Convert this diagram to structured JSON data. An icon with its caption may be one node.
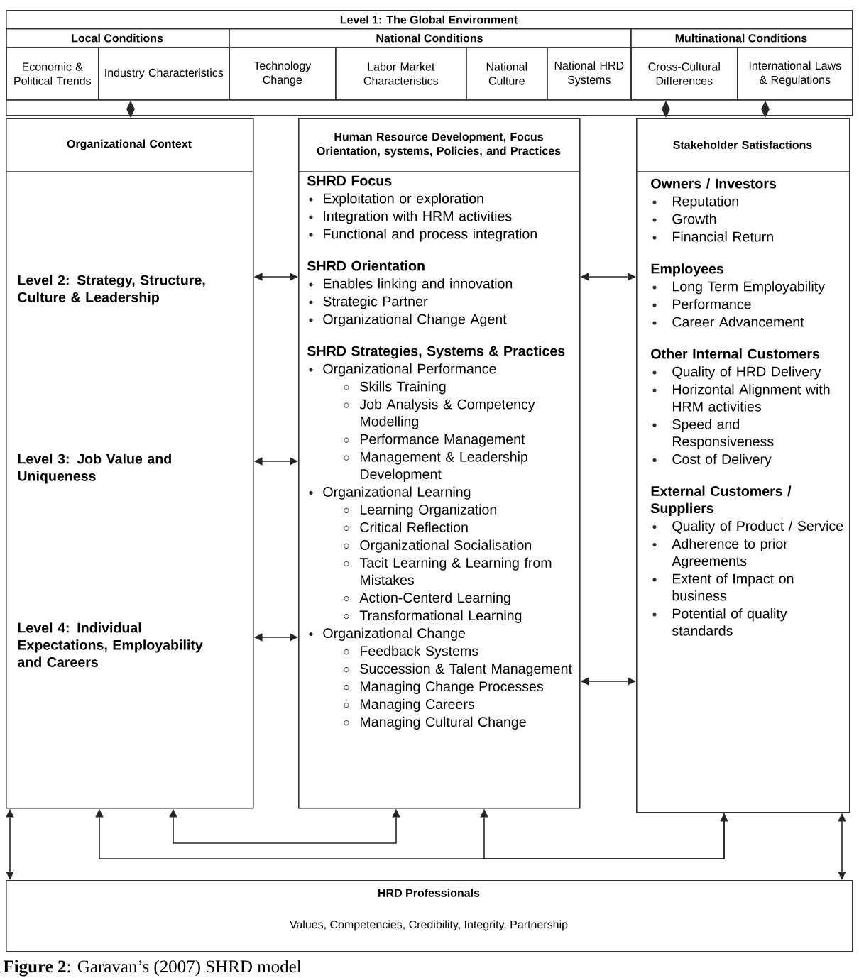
{
  "diagram": {
    "caption": "**Figure 2**: Garavan’s (2007) SHRD model",
    "nodes": [
      {
        "text": [
          "Level 1: The Global Environment"
        ]
      },
      {
        "text": [
          "Local Conditions"
        ],
        "in": 0
      },
      {
        "text": [
          "Economic & Political Trends"
        ],
        "in": 1
      },
      {
        "text": [
          "Industry Characteristics"
        ],
        "in": 1
      },
      {
        "text": [
          "National Conditions"
        ],
        "in": 0
      },
      {
        "text": [
          "Technology Change"
        ],
        "in": 4
      },
      {
        "text": [
          "Labor Market Characteristics"
        ],
        "in": 4
      },
      {
        "text": [
          "National Culture"
        ],
        "in": 4
      },
      {
        "text": [
          "National HRD Systems"
        ],
        "in": 4
      },
      {
        "text": [
          "Multinational Conditions"
        ],
        "in": 0
      },
      {
        "text": [
          "Cross-Cultural Differences"
        ],
        "in": 9
      },
      {
        "text": [
          "International Laws & Regulations"
        ],
        "in": 9
      },
      {
        "text": [
          "Organizational Context",
          "Level 2: Strategy, Structure, Culture & Leadership",
          "Level 3: Job Value and Uniqueness",
          "Level 4: Individual Expectations, Employability and Careers"
        ]
      },
      {
        "text": [
          "Human Resource Development, Focus Orientation, systems, Policies, and Practices",
          "SHRD Focus",
          "Exploitation or exploration",
          "Integration with HRM activities",
          "Functional and process integration",
          "SHRD Orientation",
          "Enables linking and innovation",
          "Strategic Partner",
          "Organizational Change Agent",
          "SHRD Strategies, Systems & Practices",
          "Organizational Performance",
          "Skills Training",
          "Job Analysis & Competency Modelling",
          "Performance Management",
          "Management & Leadership Development",
          "Organizational Learning",
          "Learning Organization",
          "Critical Reflection",
          "Organizational Socialisation",
          "Tacit Learning & Learning from Mistakes",
          "Action-Centerd Learning",
          "Transformational Learning",
          "Organizational Change",
          "Feedback Systems",
          "Succession & Talent Management",
          "Managing Change Processes",
          "Managing Careers",
          "Managing Cultural Change"
        ]
      },
      {
        "text": [
          "Stakeholder Satisfactions",
          "Owners / Investors",
          "Reputation",
          "Growth",
          "Financial Return",
          "Employees",
          "Long Term Employability",
          "Performance",
          "Career Advancement",
          "Other Internal Customers",
          "Quality of HRD Delivery",
          "Horizontal Alignment with HRM activities",
          "Speed and Responsiveness",
          "Cost of Delivery",
          "External Customers / Suppliers",
          "Quality of Product / Service",
          "Adherence to prior Agreements",
          "Extent of Impact on business",
          "Potential of quality standards"
        ]
      },
      {
        "text": [
          "HRD Professionals",
          "Values, Competencies, Credibility, Integrity, Partnership"
        ]
      }
    ],
    "edges": [
      {
        "from": 3,
        "to": 12,
        "arrow": "both"
      },
      {
        "from": 10,
        "to": 14,
        "arrow": "both"
      },
      {
        "from": 11,
        "to": 14,
        "arrow": "both"
      },
      {
        "from": 12,
        "to": 13,
        "arrow": "both"
      },
      {
        "from": 12,
        "to": 13,
        "arrow": "both"
      },
      {
        "from": 12,
        "to": 13,
        "arrow": "both"
      },
      {
        "from": 13,
        "to": 14,
        "arrow": "both"
      },
      {
        "from": 13,
        "to": 14,
        "arrow": "both"
      },
      {
        "from": 12,
        "to": 15,
        "arrow": "both"
      },
      {
        "from": 14,
        "to": 15,
        "arrow": "both"
      },
      {
        "from": 12,
        "to": 14,
        "arrow": "both"
      },
      {
        "from": 14,
        "to": 13,
        "arrow": "to"
      },
      {
        "from": 12,
        "to": 13,
        "arrow": "both"
      }
    ]
  }
}
